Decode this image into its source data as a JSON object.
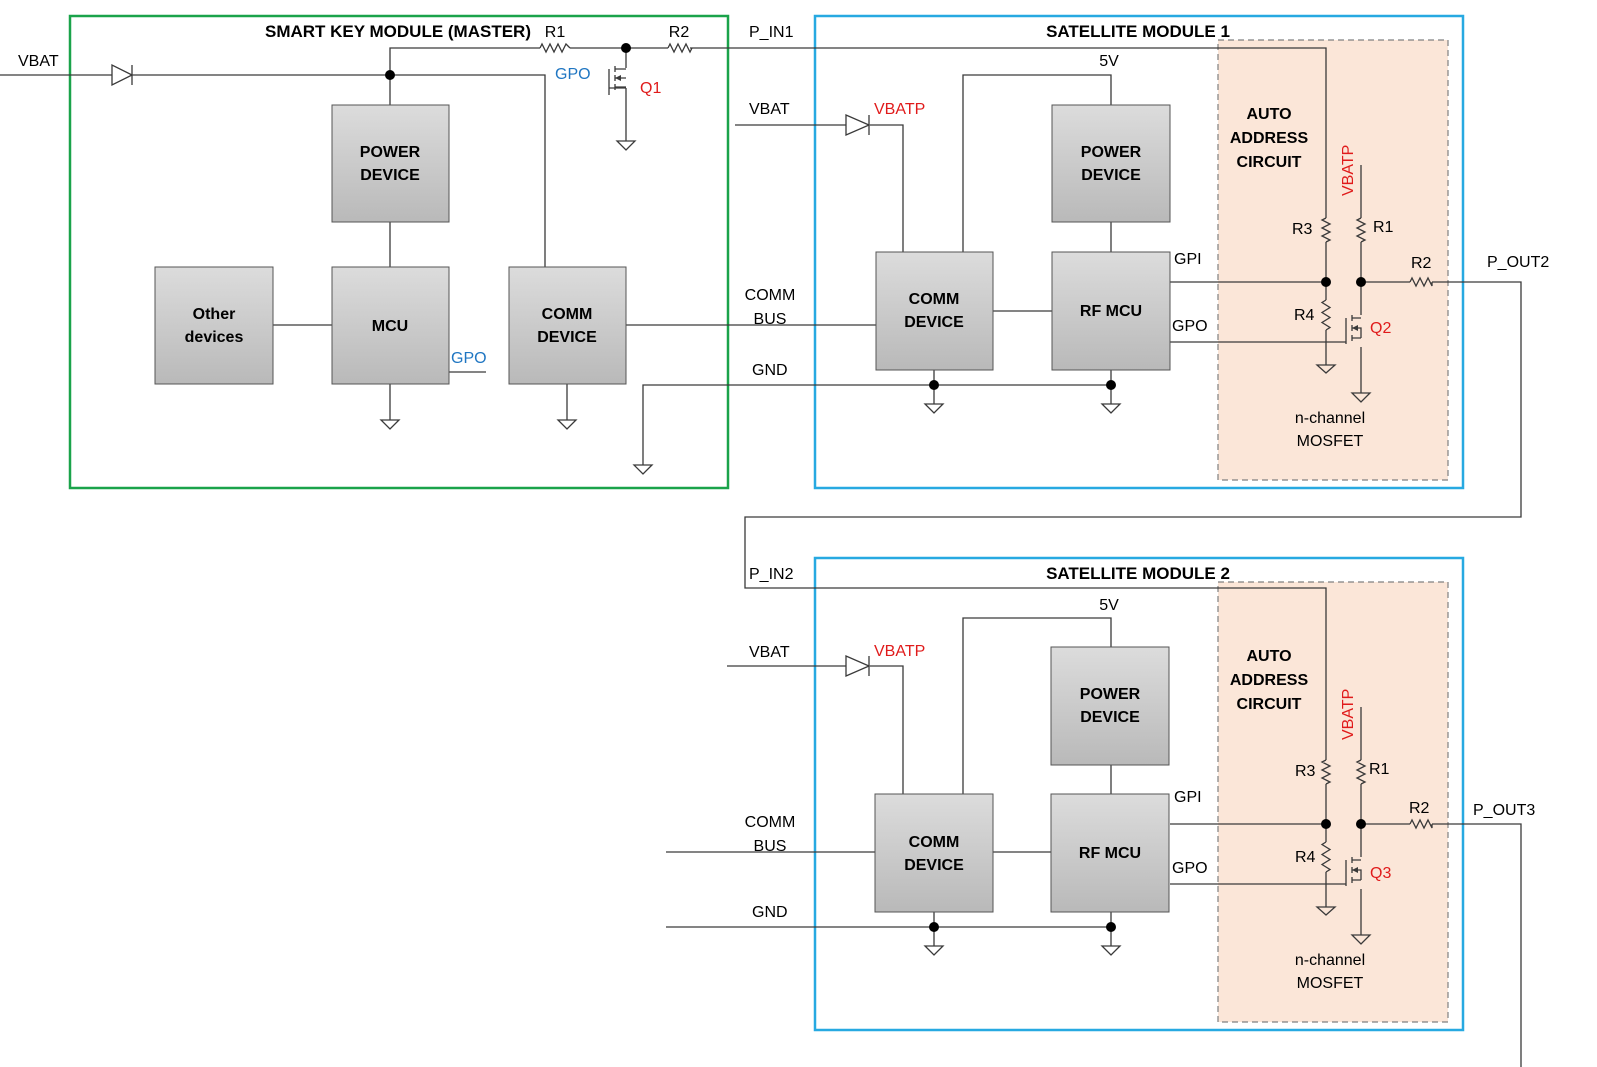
{
  "master": {
    "title": "SMART KEY MODULE (MASTER)",
    "vbat": "VBAT",
    "r1": "R1",
    "r2": "R2",
    "gpo_top": "GPO",
    "q1": "Q1",
    "power": [
      "POWER",
      "DEVICE"
    ],
    "other": [
      "Other",
      "devices"
    ],
    "mcu": "MCU",
    "gpo_mcu": "GPO",
    "comm": [
      "COMM",
      "DEVICE"
    ]
  },
  "bus": {
    "p_in1": "P_IN1",
    "vbat": "VBAT",
    "comm_bus": [
      "COMM",
      "BUS"
    ],
    "gnd": "GND",
    "p_in2": "P_IN2"
  },
  "satellite1": {
    "title": "SATELLITE MODULE 1",
    "v5": "5V",
    "vbatp": "VBATP",
    "power": [
      "POWER",
      "DEVICE"
    ],
    "comm": [
      "COMM",
      "DEVICE"
    ],
    "rfmcu": "RF MCU",
    "gpi": "GPI",
    "gpo": "GPO",
    "auto": [
      "AUTO",
      "ADDRESS",
      "CIRCUIT"
    ],
    "vbatp_rail": "VBATP",
    "r1": "R1",
    "r2": "R2",
    "r3": "R3",
    "r4": "R4",
    "q": "Q2",
    "mosfet": [
      "n-channel",
      "MOSFET"
    ],
    "p_out": "P_OUT2"
  },
  "satellite2": {
    "title": "SATELLITE MODULE 2",
    "vbat": "VBAT",
    "v5": "5V",
    "vbatp": "VBATP",
    "comm_bus": [
      "COMM",
      "BUS"
    ],
    "gnd": "GND",
    "power": [
      "POWER",
      "DEVICE"
    ],
    "comm": [
      "COMM",
      "DEVICE"
    ],
    "rfmcu": "RF MCU",
    "gpi": "GPI",
    "gpo": "GPO",
    "auto": [
      "AUTO",
      "ADDRESS",
      "CIRCUIT"
    ],
    "vbatp_rail": "VBATP",
    "r1": "R1",
    "r2": "R2",
    "r3": "R3",
    "r4": "R4",
    "q": "Q3",
    "mosfet": [
      "n-channel",
      "MOSFET"
    ],
    "p_out": "P_OUT3"
  },
  "colors": {
    "master_border": "#1aa34a",
    "satellite_border": "#27a9e1",
    "auto_fill": "#fbe6d8",
    "label_red": "#e01b1b",
    "label_blue": "#1f76c2"
  }
}
